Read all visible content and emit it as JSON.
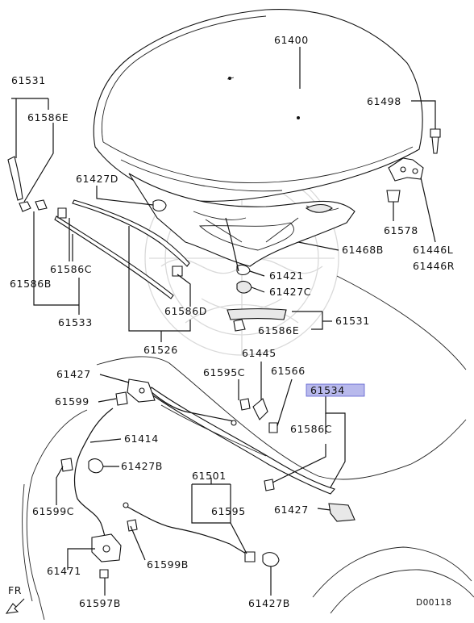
{
  "diagram": {
    "labels": {
      "l61400": "61400",
      "l61531a": "61531",
      "l61586E_a": "61586E",
      "l61498": "61498",
      "l61427D": "61427D",
      "l61578": "61578",
      "l61468B": "61468B",
      "l61446L": "61446L",
      "l61446R": "61446R",
      "l61586C_a": "61586C",
      "l61586B": "61586B",
      "l61421": "61421",
      "l61427C": "61427C",
      "l61533": "61533",
      "l61586D": "61586D",
      "l61531b": "61531",
      "l61586E_b": "61586E",
      "l61526": "61526",
      "l61445": "61445",
      "l61427a": "61427",
      "l61595C": "61595C",
      "l61566": "61566",
      "l61534": "61534",
      "l61599": "61599",
      "l61586C_b": "61586C",
      "l61414": "61414",
      "l61427B_a": "61427B",
      "l61501": "61501",
      "l61599C": "61599C",
      "l61595": "61595",
      "l61427b": "61427",
      "l61471": "61471",
      "l61599B": "61599B",
      "l61597B": "61597B",
      "l61427B_b": "61427B",
      "fr": "FR",
      "code": "D00118"
    },
    "colors": {
      "line": "#111111",
      "highlight_fill": "#b8b9ec",
      "highlight_stroke": "#5a5ccf",
      "watermark": "#d9d9d9"
    },
    "icons": [
      "front-arrow-icon"
    ]
  }
}
